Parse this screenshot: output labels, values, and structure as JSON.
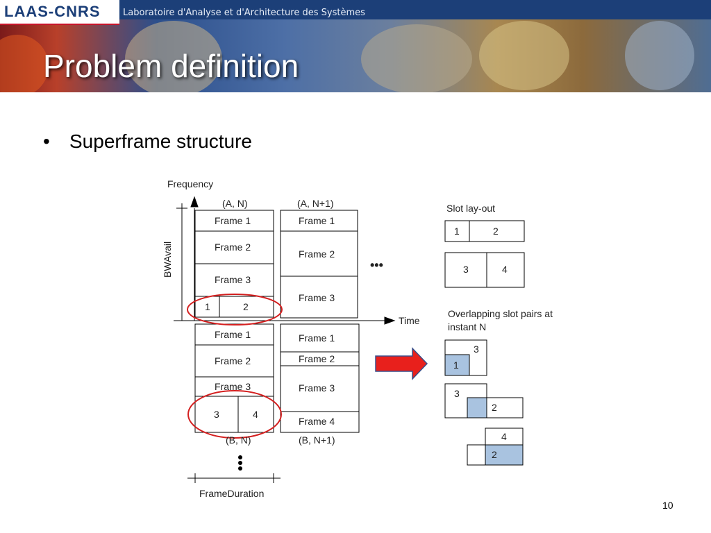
{
  "header": {
    "logo_text": "LAAS-CNRS",
    "lab_name": "Laboratoire d'Analyse et d'Architecture des Systèmes"
  },
  "slide": {
    "title": "Problem definition",
    "bullet_marker": "•",
    "bullet": "Superframe structure",
    "page_number": "10"
  },
  "diagram": {
    "freq_label": "Frequency",
    "time_label": "Time",
    "bw_label": "BWAvail",
    "frame_duration_label": "FrameDuration",
    "ellipsis": "•••",
    "col_A_N": "(A, N)",
    "col_A_N1": "(A, N+1)",
    "col_B_N": "(B, N)",
    "col_B_N1": "(B, N+1)",
    "frame1": "Frame 1",
    "frame2": "Frame 2",
    "frame3": "Frame 3",
    "frame4": "Frame 4",
    "slot1": "1",
    "slot2": "2",
    "slot3": "3",
    "slot4": "4",
    "slot_layout_title": "Slot lay-out",
    "overlap_title_1": "Overlapping slot pairs at",
    "overlap_title_2": "instant N",
    "ellipse_color": "#d42020",
    "arrow_color": "#e8201c",
    "highlight_color": "#a9c3e0"
  }
}
